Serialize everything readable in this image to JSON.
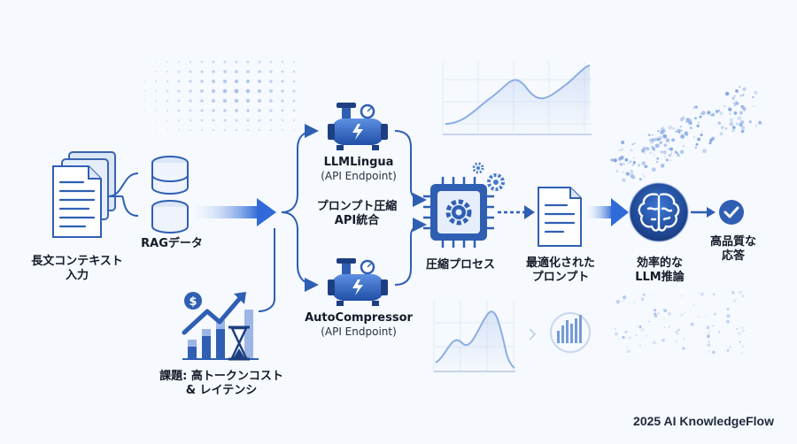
{
  "labels": {
    "long_context_1": "長文コンテキスト",
    "long_context_2": "入力",
    "rag": "RAGデータ",
    "challenge_1": "課題: 高トークンコスト",
    "challenge_2": "& レイテンシ",
    "llmlingua_name": "LLMLingua",
    "llmlingua_sub": "(API Endpoint)",
    "integration_1": "プロンプト圧縮",
    "integration_2": "API統合",
    "autocompressor_name": "AutoCompressor",
    "autocompressor_sub": "(API Endpoint)",
    "compression_process": "圧縮プロセス",
    "optimized_1": "最適化された",
    "optimized_2": "プロンプト",
    "efficient_1": "効率的な",
    "efficient_2": "LLM推論",
    "answer_1": "高品質な",
    "answer_2": "応答"
  },
  "icons": {
    "documents": "document-stack-icon",
    "database": "database-icon",
    "cost": "rising-cost-chart-icon",
    "compressor": "air-compressor-icon",
    "chip": "processor-chip-icon",
    "prompt": "prompt-document-icon",
    "brain": "brain-icon",
    "check": "check-circle-icon"
  },
  "colors": {
    "primary": "#2f5fb3",
    "light": "#9cb6e6",
    "dark": "#1d3f82",
    "text": "#141a28"
  },
  "footer": "2025 AI KnowledgeFlow"
}
